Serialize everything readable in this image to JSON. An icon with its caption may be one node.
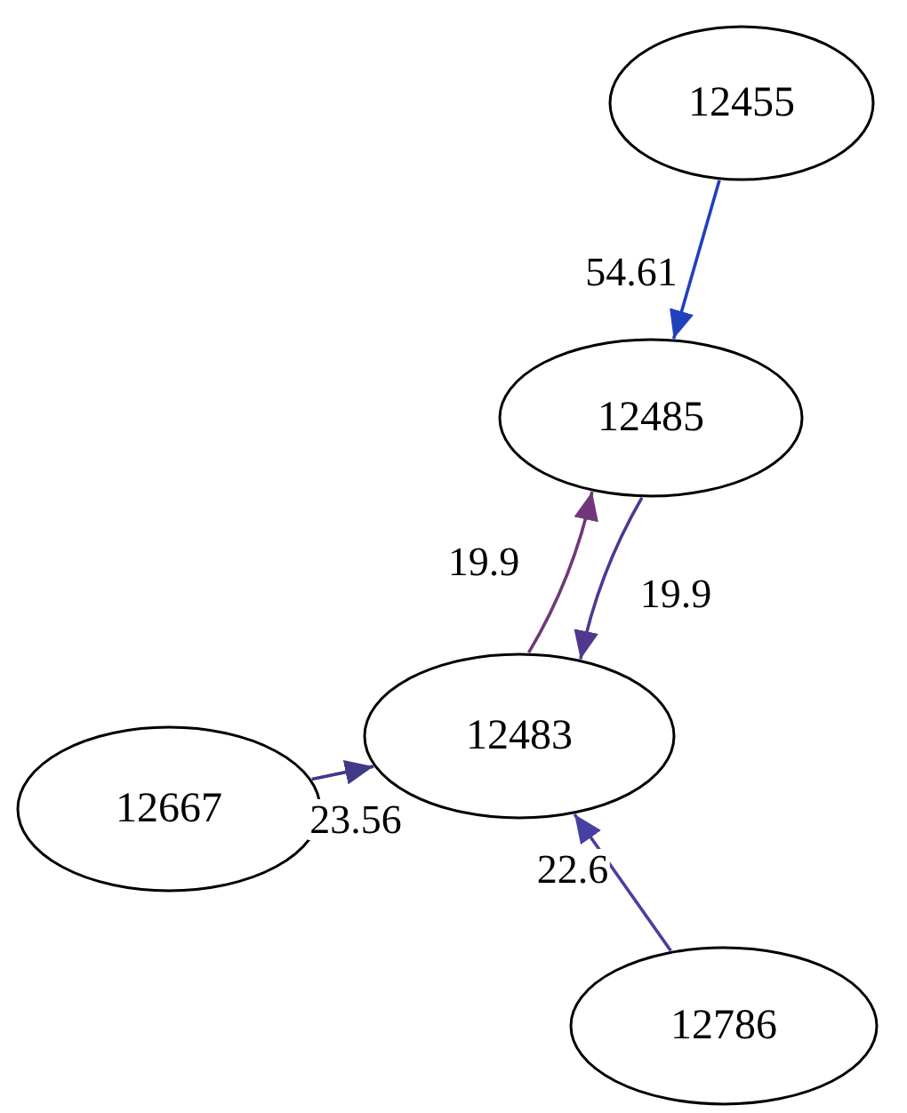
{
  "diagram": {
    "nodes": [
      {
        "text": [
          "12455"
        ]
      },
      {
        "text": [
          "12485"
        ]
      },
      {
        "text": [
          "12483"
        ]
      },
      {
        "text": [
          "12667"
        ]
      },
      {
        "text": [
          "12786"
        ]
      }
    ],
    "edges": [
      {
        "from": 0,
        "to": 1,
        "arrow": "to",
        "label": "54.61",
        "color": "#2040c0"
      },
      {
        "from": 2,
        "to": 1,
        "arrow": "to",
        "label": "19.9",
        "color": "#703878"
      },
      {
        "from": 1,
        "to": 2,
        "arrow": "to",
        "label": "19.9",
        "color": "#503890"
      },
      {
        "from": 3,
        "to": 2,
        "arrow": "to",
        "label": "23.56",
        "color": "#403888"
      },
      {
        "from": 4,
        "to": 2,
        "arrow": "to",
        "label": "22.6",
        "color": "#4840a0"
      }
    ]
  }
}
